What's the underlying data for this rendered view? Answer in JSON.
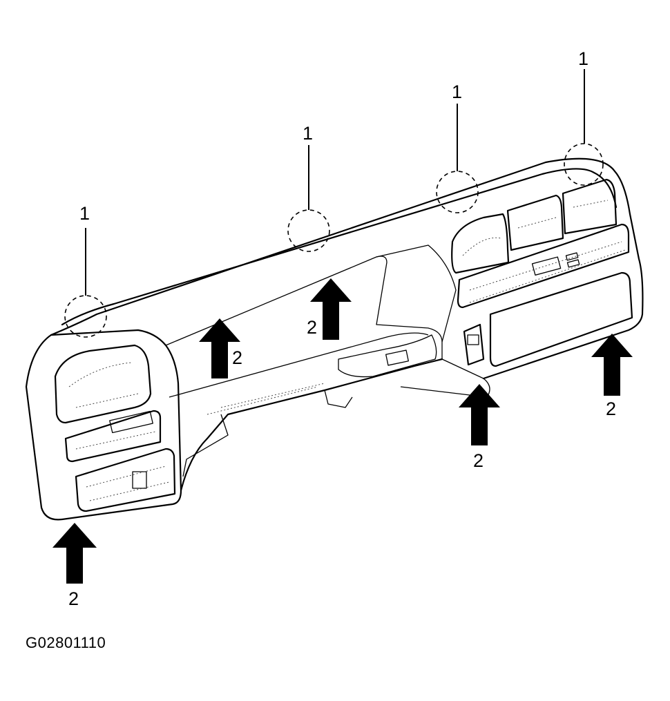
{
  "figure_id": "G02801110",
  "callouts": {
    "one": "1",
    "two": "2"
  },
  "colors": {
    "ink": "#000000",
    "background": "#ffffff"
  }
}
